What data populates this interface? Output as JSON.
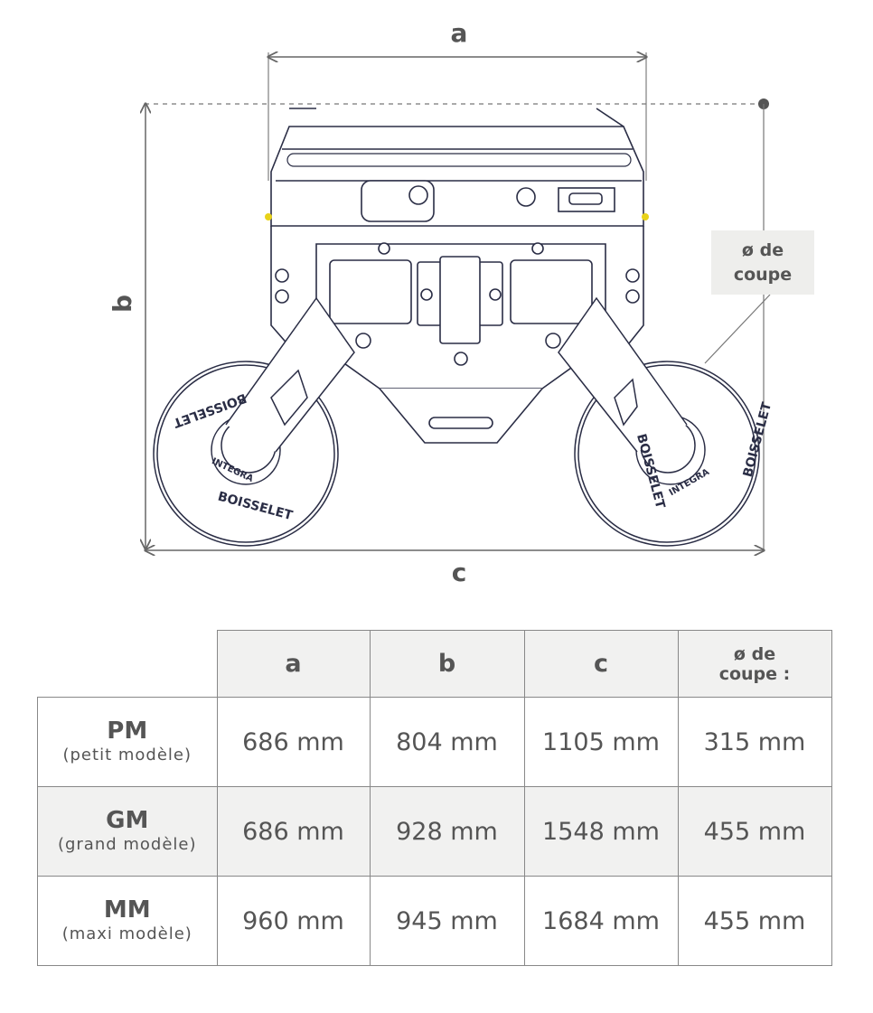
{
  "drawing": {
    "dimension_labels": {
      "a": "a",
      "b": "b",
      "c": "c"
    },
    "cut_diameter_label": {
      "line1": "ø de",
      "line2": "coupe"
    },
    "disc_branding": {
      "brand": "BOISSELET",
      "model": "INTEGRA"
    },
    "accent_color": "#e8d21a"
  },
  "table": {
    "headers": [
      "a",
      "b",
      "c",
      "ø de coupe :"
    ],
    "rows": [
      {
        "model": "PM",
        "desc": "(petit modèle)",
        "values": [
          "686 mm",
          "804 mm",
          "1105 mm",
          "315 mm"
        ]
      },
      {
        "model": "GM",
        "desc": "(grand modèle)",
        "values": [
          "686 mm",
          "928 mm",
          "1548 mm",
          "455 mm"
        ]
      },
      {
        "model": "MM",
        "desc": "(maxi modèle)",
        "values": [
          "960 mm",
          "945 mm",
          "1684 mm",
          "455 mm"
        ]
      }
    ]
  }
}
